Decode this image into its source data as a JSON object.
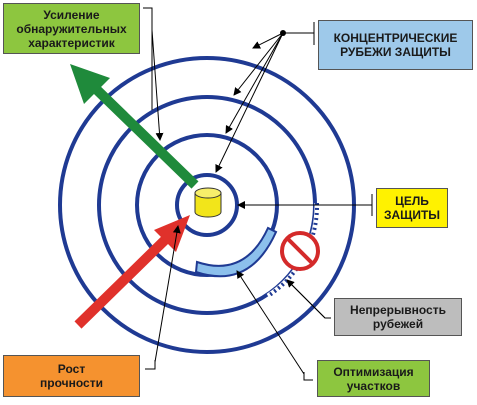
{
  "colors": {
    "ring": "#1f3a93",
    "green_box": "#8dc63f",
    "blue_box": "#9ec9ea",
    "yellow_box": "#fff200",
    "gray_box": "#bdbdbd",
    "orange_box": "#f5922f",
    "green_arrow": "#1f8a3b",
    "red_arrow": "#e0312b",
    "target": "#f2e51a",
    "segment": "#8cc0ec",
    "ban_red": "#d42a2a"
  },
  "labels": {
    "detection": "Усиление\nобнаружительных\nхарактеристик",
    "concentric": "КОНЦЕНТРИЧЕСКИЕ\nРУБЕЖИ ЗАЩИТЫ",
    "target": "ЦЕЛЬ\nЗАЩИТЫ",
    "continuity": "Непрерывность\nрубежей",
    "strength": "Рост\nпрочности",
    "optimization": "Оптимизация\nучастков"
  }
}
